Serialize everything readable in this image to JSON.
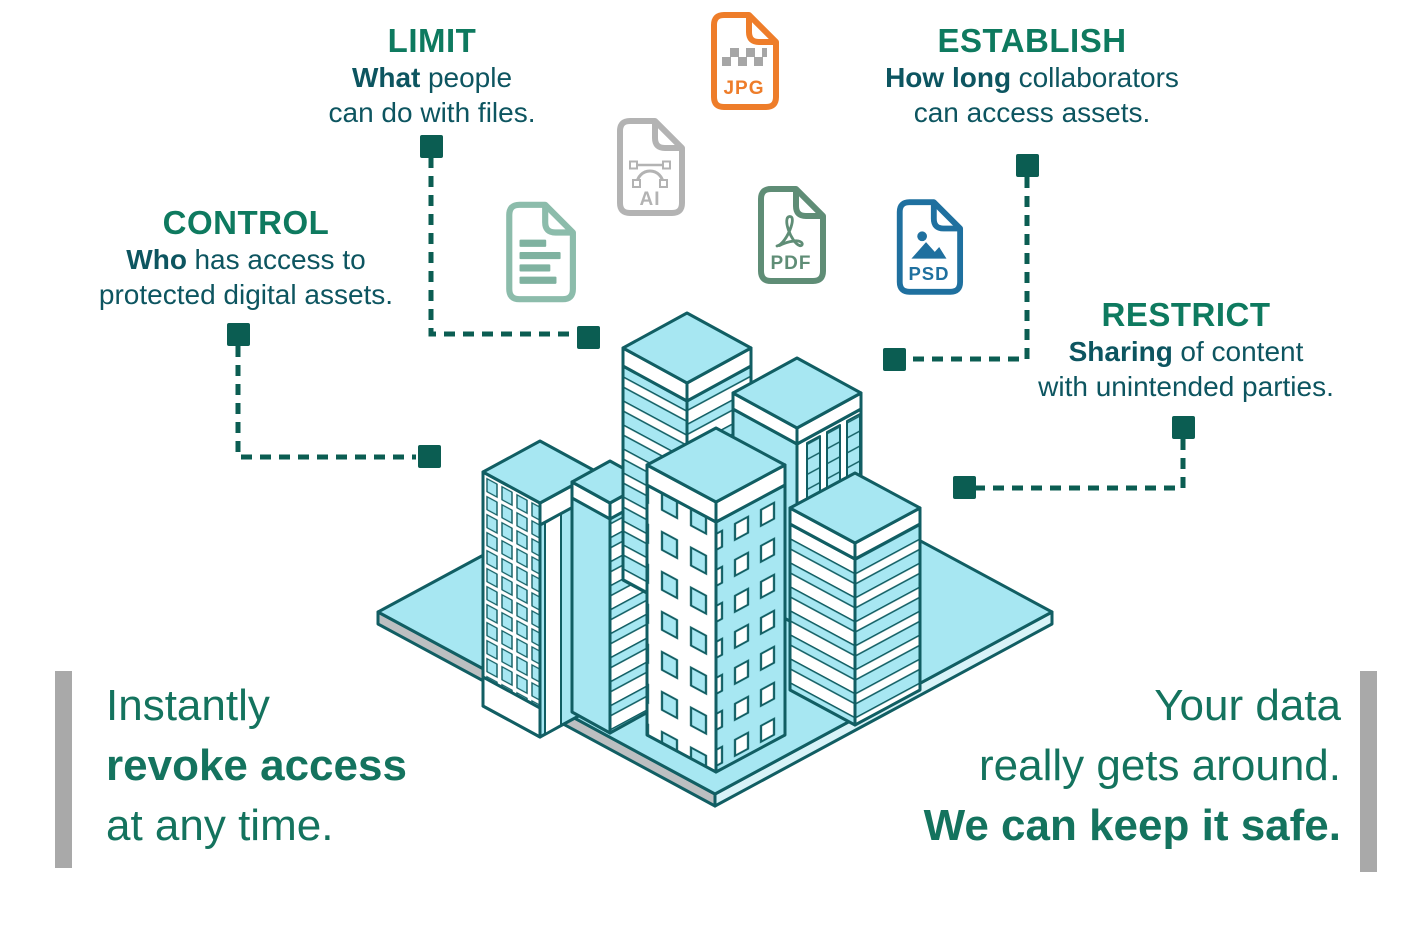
{
  "callouts": {
    "limit": {
      "title": "LIMIT",
      "lead": "What",
      "rest": "people",
      "line2": "can do with files."
    },
    "control": {
      "title": "CONTROL",
      "lead": "Who",
      "rest": "has access to",
      "line2": "protected digital assets."
    },
    "establish": {
      "title": "ESTABLISH",
      "lead": "How long",
      "rest": "collaborators",
      "line2": "can access assets."
    },
    "restrict": {
      "title": "RESTRICT",
      "lead": "Sharing",
      "rest": "of content",
      "line2": "with unintended parties."
    }
  },
  "file_icons": {
    "jpg": "JPG",
    "ai": "AI",
    "pdf": "PDF",
    "psd": "PSD"
  },
  "taglines": {
    "left": {
      "line1": "Instantly",
      "line2_bold": "revoke access",
      "line3": "at any time."
    },
    "right": {
      "line1": "Your data",
      "line2": "really gets around.",
      "line3_bold": "We can keep it safe."
    }
  },
  "colors": {
    "heading_green": "#0e7a5f",
    "body_teal": "#0d5560",
    "tagline_green": "#14735e",
    "connector_green": "#0b5d52",
    "building_cyan": "#a7e7f2",
    "building_outline": "#115e63",
    "platform_edge_gray": "#bcbfc1",
    "accent_bar_gray": "#a9a9a9",
    "jpg_orange": "#ee7d2a",
    "ai_gray": "#b3b3b3",
    "pdf_green": "#5f8d76",
    "doc_green": "#8cbcab",
    "psd_blue": "#1f709f"
  }
}
